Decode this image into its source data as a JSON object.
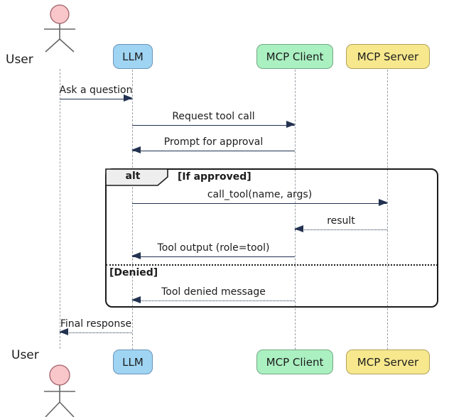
{
  "diagram": {
    "type": "sequence",
    "participants": [
      {
        "id": "user",
        "label": "User",
        "kind": "actor"
      },
      {
        "id": "llm",
        "label": "LLM",
        "kind": "participant",
        "fill": "#9fd4f3"
      },
      {
        "id": "mcp-client",
        "label": "MCP Client",
        "kind": "participant",
        "fill": "#aaf0c1"
      },
      {
        "id": "mcp-server",
        "label": "MCP Server",
        "kind": "participant",
        "fill": "#f7e88e"
      }
    ],
    "messages": [
      {
        "from": "User",
        "to": "LLM",
        "label": "Ask a question",
        "style": "solid"
      },
      {
        "from": "LLM",
        "to": "MCP Client",
        "label": "Request tool call",
        "style": "solid"
      },
      {
        "from": "MCP Client",
        "to": "LLM",
        "label": "Prompt for approval",
        "style": "solid"
      },
      {
        "from": "LLM",
        "to": "MCP Server",
        "label": "call_tool(name, args)",
        "style": "solid"
      },
      {
        "from": "MCP Server",
        "to": "MCP Client",
        "label": "result",
        "style": "dashed"
      },
      {
        "from": "MCP Client",
        "to": "LLM",
        "label": "Tool output (role=tool)",
        "style": "solid"
      },
      {
        "from": "MCP Client",
        "to": "LLM",
        "label": "Tool denied message",
        "style": "dashed"
      },
      {
        "from": "LLM",
        "to": "User",
        "label": "Final response",
        "style": "dashed"
      }
    ],
    "alt_frame": {
      "operator": "alt",
      "conditions": [
        "[If approved]",
        "[Denied]"
      ]
    }
  },
  "colors": {
    "arrow": "#233250",
    "text": "#1c1c1c",
    "lifeline": "#9aa0a6",
    "llm_fill": "#9fd4f3",
    "llm_border": "#6b93b5",
    "client_fill": "#aaf0c1",
    "client_border": "#73a884",
    "server_fill": "#f7e88e",
    "server_border": "#b0a059",
    "actor_head_fill": "#f9c6c9",
    "actor_head_border": "#a0616a",
    "frame_border": "#1b1b1b",
    "frame_label_bg": "#eeeeee"
  }
}
